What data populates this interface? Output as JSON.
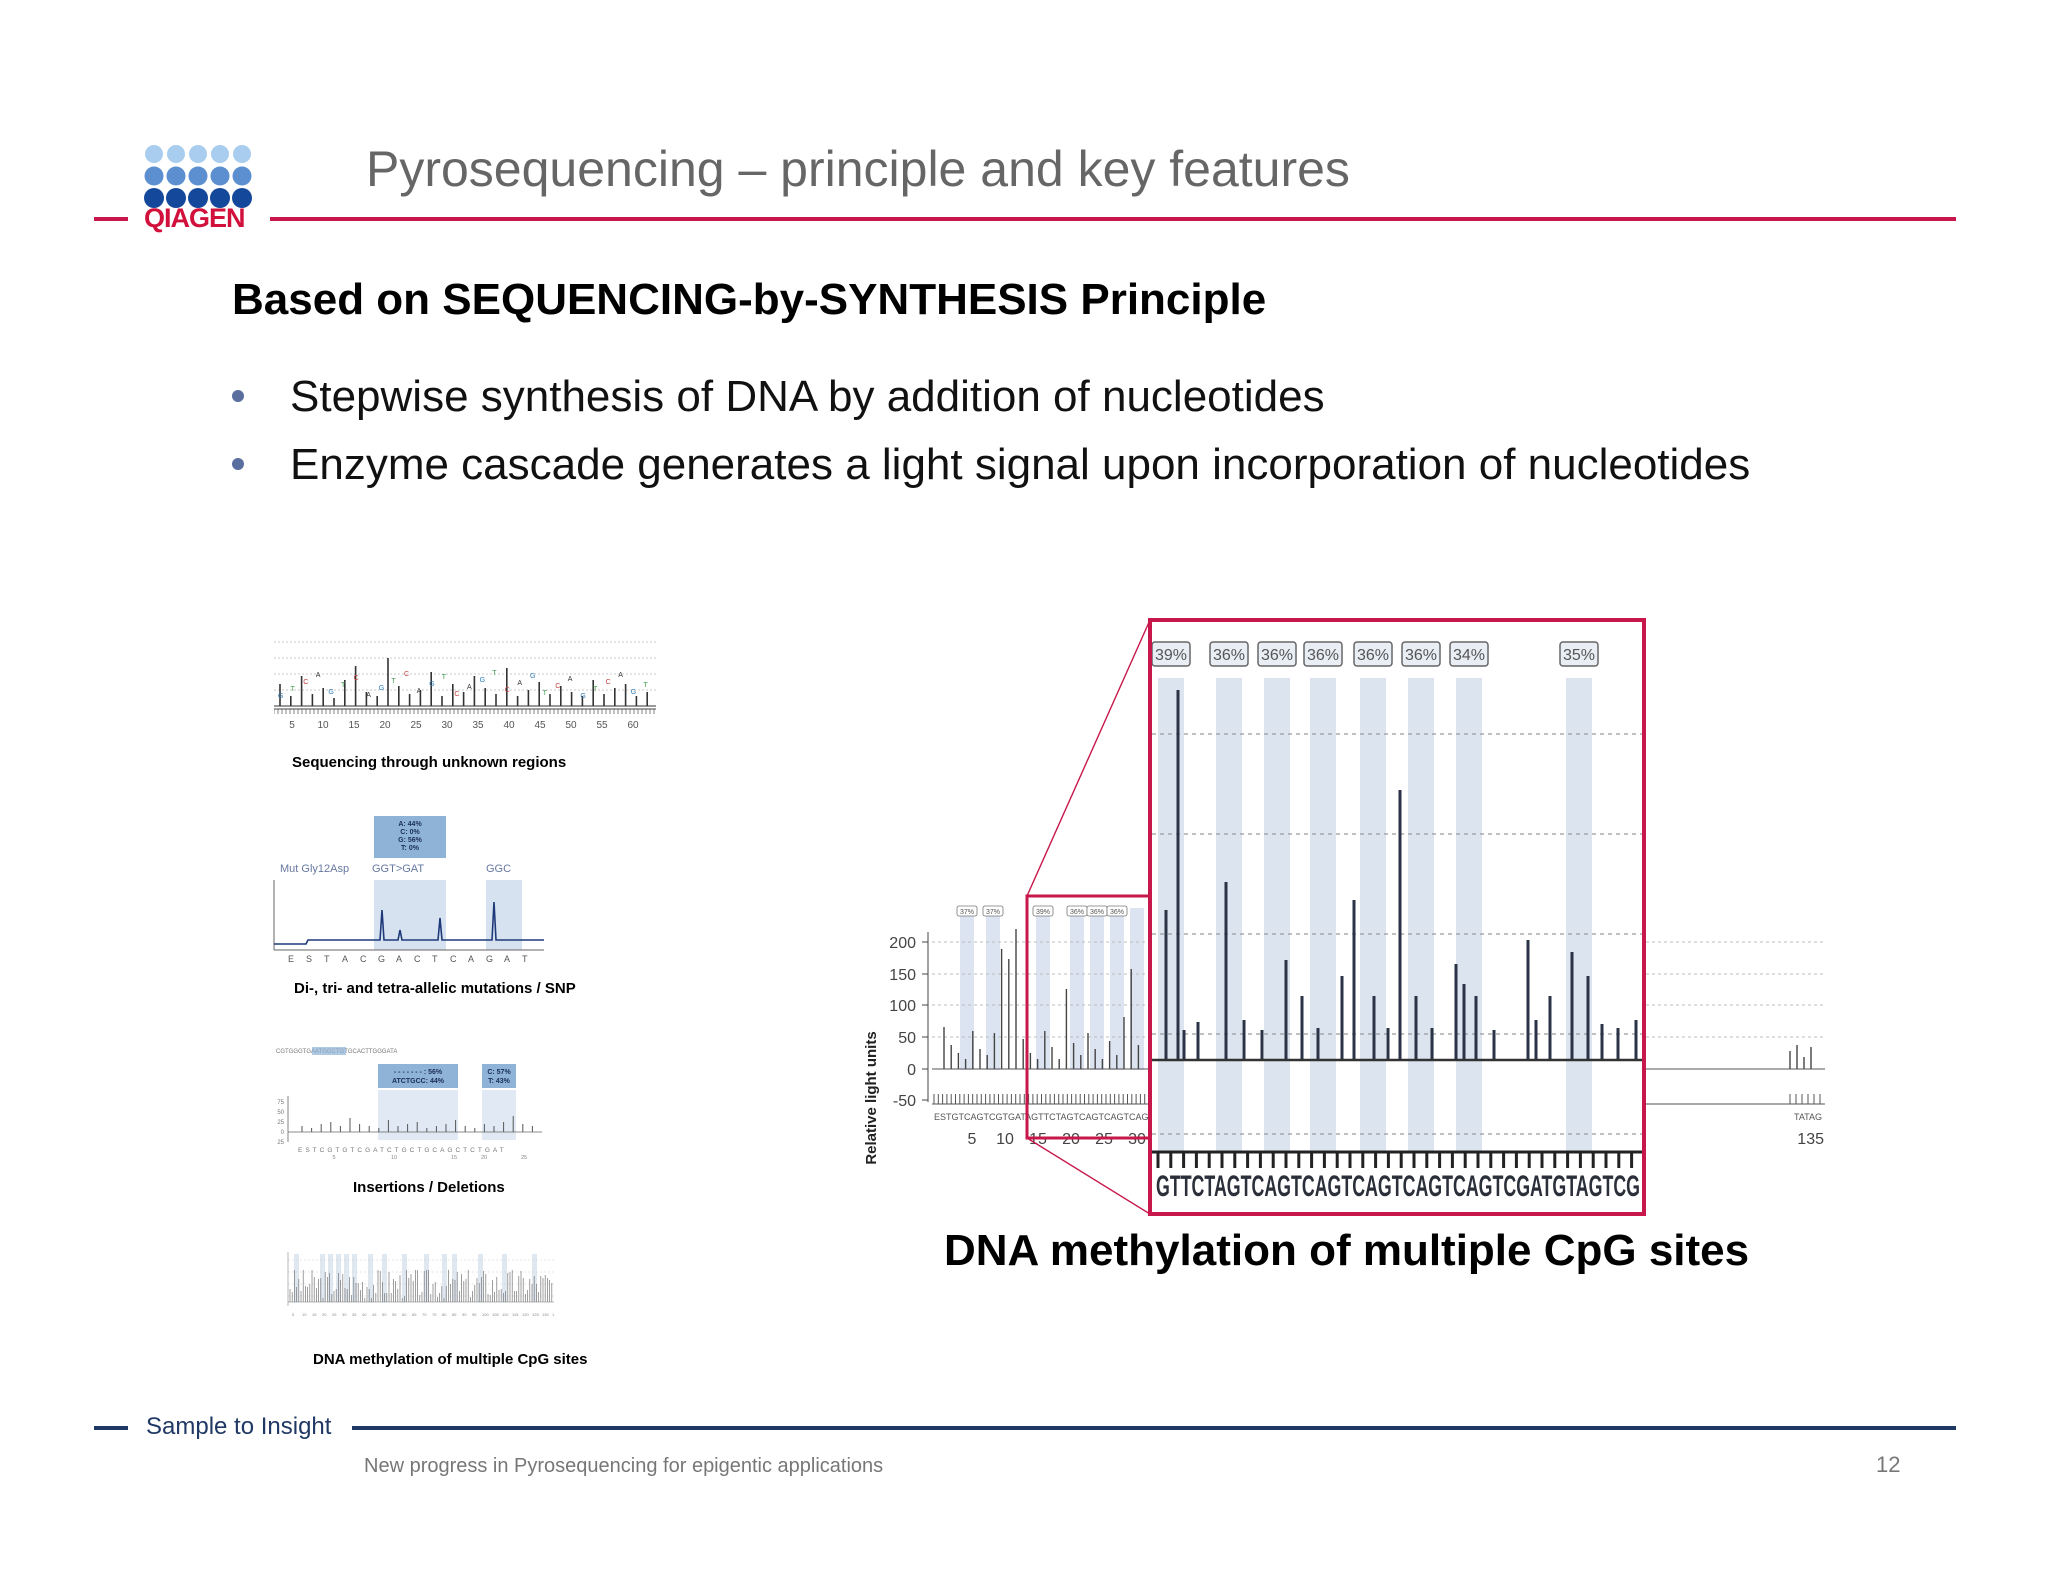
{
  "header": {
    "brand": "QIAGEN",
    "title": "Pyrosequencing – principle and key features"
  },
  "content": {
    "subtitle": "Based on SEQUENCING-by-SYNTHESIS Principle",
    "bullets": [
      "Stepwise synthesis of DNA by addition of nucleotides",
      "Enzyme cascade generates a light signal upon incorporation of nucleotides"
    ]
  },
  "thumbnails": {
    "unknown_regions": {
      "caption": "Sequencing through unknown regions",
      "ticks": [
        "5",
        "10",
        "15",
        "20",
        "25",
        "30",
        "35",
        "40",
        "45",
        "50",
        "55",
        "60"
      ]
    },
    "mutations": {
      "caption": "Di-, tri- and tetra-allelic mutations / SNP",
      "label_left": "Mut Gly12Asp",
      "label_mid": "GGT>GAT",
      "label_right": "GGC",
      "box": [
        "A: 44%",
        "C: 0%",
        "G: 56%",
        "T: 0%"
      ],
      "bases": [
        "E",
        "S",
        "T",
        "A",
        "C",
        "G",
        "A",
        "C",
        "T",
        "C",
        "A",
        "G",
        "A",
        "T"
      ]
    },
    "indels": {
      "caption": "Insertions / Deletions",
      "box1": [
        "- - - - - - - : 56%",
        "ATCTGCC: 44%"
      ],
      "box2": [
        "C: 57%",
        "T: 43%"
      ]
    },
    "methylation_small": {
      "caption": "DNA methylation of multiple CpG sites"
    }
  },
  "main_figure": {
    "caption": "DNA methylation of multiple CpG sites",
    "ylabel": "Relative light units",
    "yticks": [
      "200",
      "150",
      "100",
      "50",
      "0",
      "-50"
    ],
    "xticks": [
      "5",
      "10",
      "15",
      "20",
      "25",
      "30"
    ],
    "xtick_right": "135",
    "small_pcts": [
      "37%",
      "37%",
      "39%",
      "36%",
      "36%",
      "36%"
    ],
    "zoom_pcts": [
      "39%",
      "36%",
      "36%",
      "36%",
      "36%",
      "36%",
      "34%",
      "35%"
    ],
    "zoom_sequence": "GTTCTAGTCAGTCAGTCAGTCAGTCAGTCGATGTAGTCG",
    "small_sequence": "ESTGTCAGTCGTGATAGTTCTAGTCAGTCAGTCAG",
    "right_sequence": "TATAG"
  },
  "footer": {
    "brand_tagline": "Sample to Insight",
    "text": "New progress in Pyrosequencing for epigentic applications",
    "page": "12"
  }
}
